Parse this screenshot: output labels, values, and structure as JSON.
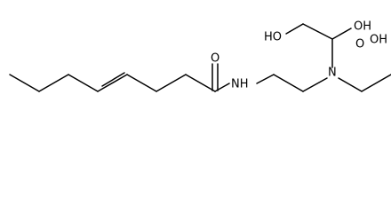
{
  "atoms": {
    "oh_upper": "OH",
    "oh_left": "HO",
    "oh_acid": "OH",
    "o_acid": "O",
    "n_tertiary": "N",
    "o_amide": "O",
    "nh_amide": "NH"
  }
}
